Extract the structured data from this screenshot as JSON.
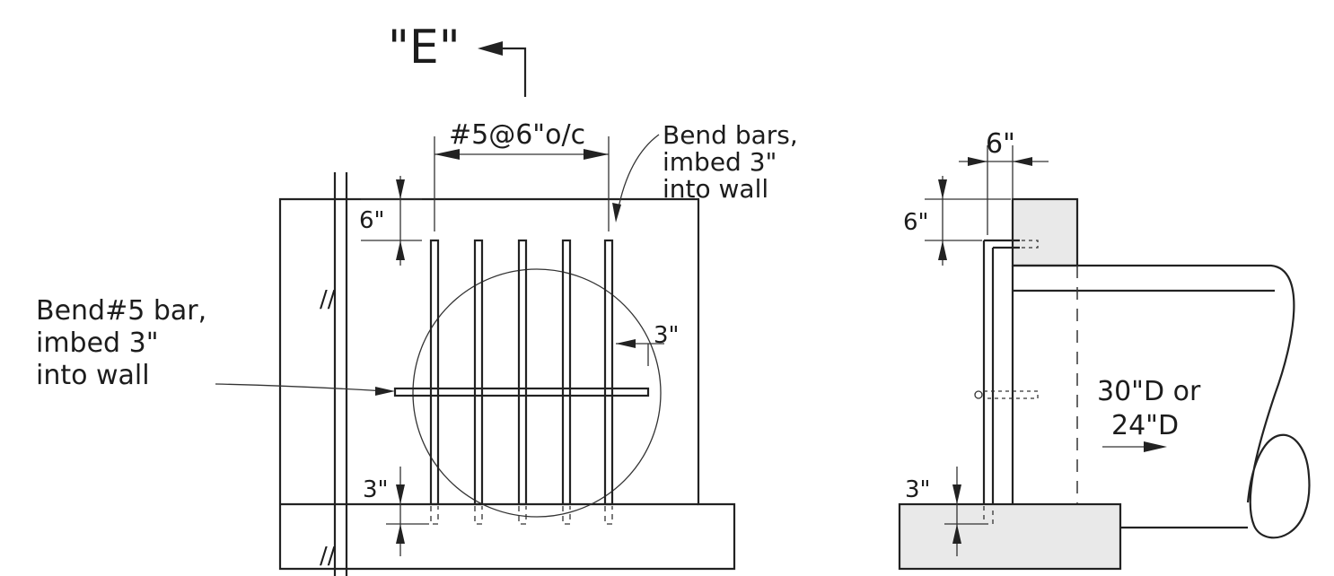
{
  "section_marker": "\"E\"",
  "labels": {
    "spacing": "#5@6\"o/c",
    "bend_bars_1": "Bend bars,",
    "bend_bars_2": "imbed 3\"",
    "bend_bars_3": "into wall",
    "bend5_1": "Bend#5 bar,",
    "bend5_2": "imbed 3\"",
    "bend5_3": "into wall",
    "dim_6_top_left": "6\"",
    "dim_3_right": "3\"",
    "dim_3_bottom_left": "3\"",
    "dim_6_top_right": "6\"",
    "dim_6_side_right": "6\"",
    "dim_3_bottom_right": "3\"",
    "pipe_1": "30\"D or",
    "pipe_2": "24\"D"
  }
}
